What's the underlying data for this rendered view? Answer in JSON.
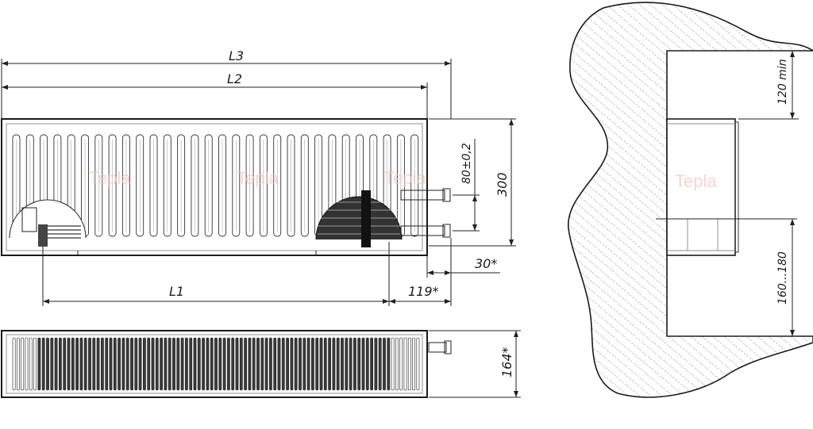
{
  "dimensions": {
    "l3": "L3",
    "l2": "L2",
    "l1": "L1",
    "h300": "300",
    "h80": "80±0,2",
    "d30": "30*",
    "d119": "119*",
    "d164": "164*",
    "d120": "120 min",
    "d160": "160...180"
  },
  "watermark": "Tepla"
}
